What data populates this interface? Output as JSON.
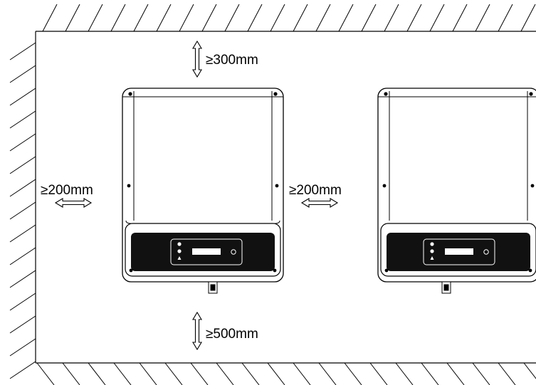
{
  "labels": {
    "top_clearance": "≥300mm",
    "left_clearance": "≥200mm",
    "right_clearance": "≥200mm",
    "bottom_clearance": "≥500mm"
  },
  "colors": {
    "stroke": "#000000",
    "panel": "#111111",
    "background": "#ffffff"
  },
  "icons": {
    "inverter": "inverter-unit",
    "vertical_arrow": "double-arrow-vertical",
    "horizontal_arrow": "double-arrow-horizontal",
    "hatch": "wall-hatch"
  }
}
